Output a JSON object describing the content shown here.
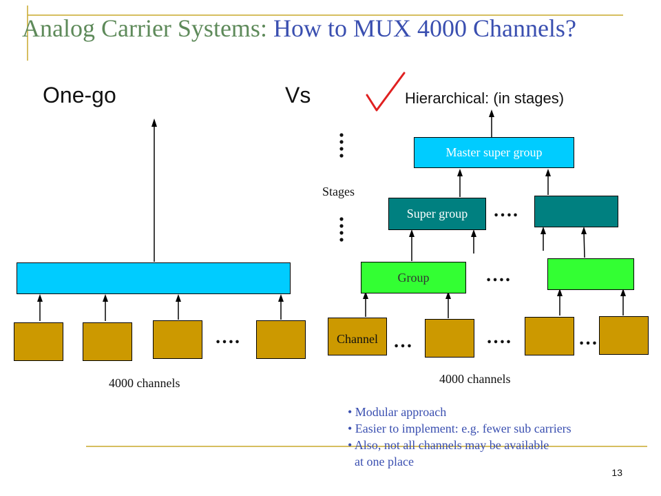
{
  "title": {
    "part1": "Analog Carrier Systems:",
    "part2": "How to MUX 4000 Channels?"
  },
  "left": {
    "heading": "One-go",
    "channels_label": "4000 channels",
    "dots": "…."
  },
  "vs_label": "Vs",
  "right": {
    "heading": "Hierarchical: (in stages)",
    "master_label": "Master super group",
    "super_group_label": "Super group",
    "group_label": "Group",
    "channel_label": "Channel",
    "stages_label": "Stages",
    "channels_label": "4000 channels",
    "dots_long": "….",
    "dots_short": "…"
  },
  "bullets": [
    "• Modular approach",
    "• Easier to implement: e.g. fewer sub carriers",
    "• Also, not all channels may be available",
    "at one place"
  ],
  "page_number": "13",
  "colors": {
    "channel": "#cc9900",
    "group": "#33ff33",
    "super_group": "#008080",
    "master": "#00ccff",
    "mux_bar": "#00ccff",
    "accent_line": "#c8a82a",
    "check": "#e02020"
  }
}
